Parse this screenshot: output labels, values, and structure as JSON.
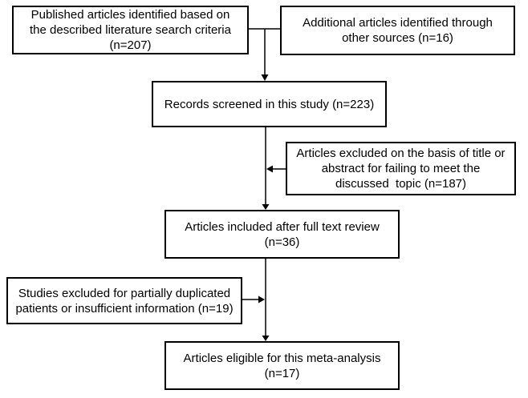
{
  "diagram": {
    "type": "flowchart",
    "background_color": "#ffffff",
    "line_color": "#000000",
    "text_color": "#000000",
    "boxes": {
      "published": {
        "lines": [
          "Published articles identified based on",
          "the described literature search criteria",
          "(n=207)"
        ],
        "n": 207
      },
      "additional": {
        "lines": [
          "Additional articles identified through",
          "other sources (n=16)"
        ],
        "n": 16
      },
      "screened": {
        "lines": [
          "Records screened in this study (n=223)"
        ],
        "n": 223
      },
      "excluded_title_abstract": {
        "lines": [
          "Articles excluded on the basis of title or",
          "abstract for failing to meet the",
          "discussed  topic (n=187)"
        ],
        "n": 187
      },
      "included_full_text": {
        "lines": [
          "Articles included after full text review",
          "(n=36)"
        ],
        "n": 36
      },
      "excluded_duplicated": {
        "lines": [
          "Studies excluded for partially duplicated",
          "patients or insufficient information (n=19)"
        ],
        "n": 19
      },
      "eligible": {
        "lines": [
          "Articles eligible for this meta-analysis",
          "(n=17)"
        ],
        "n": 17
      }
    }
  }
}
